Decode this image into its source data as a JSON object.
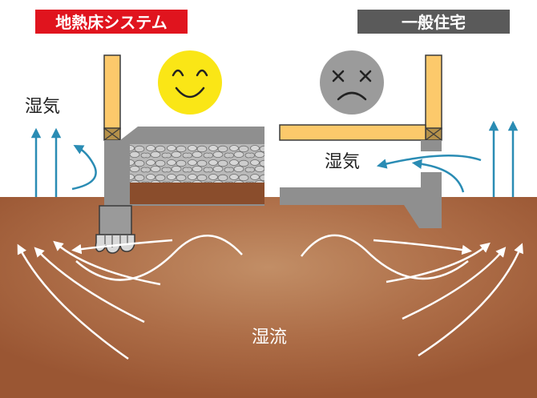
{
  "labels": {
    "left_title": "地熱床システム",
    "right_title": "一般住宅",
    "left_moisture": "湿気",
    "right_moisture": "湿気",
    "ground_flow": "湿流"
  },
  "faces": {
    "left": "smiley-face",
    "right": "sad-face"
  },
  "colors": {
    "left_title_bg": "#e0141e",
    "right_title_bg": "#5a5a5a",
    "ground": "#a8643e",
    "timber": "#fcc96b",
    "concrete": "#8f8f8f",
    "moisture_arrow": "#2a8cb4",
    "happy_face": "#fae616",
    "sad_face": "#9b9b9b"
  }
}
